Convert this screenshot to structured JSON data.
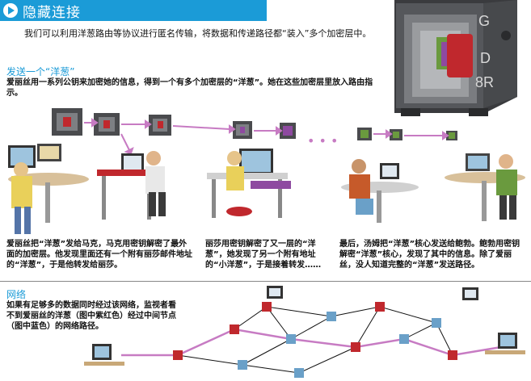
{
  "header": {
    "title": "隐藏连接"
  },
  "intro": {
    "text": "我们可以利用洋葱路由等协议进行匿名传输，将数据和传递路径都“装入”多个加密层中。"
  },
  "sending": {
    "title": "发送一个“洋葱”",
    "body": "爱丽丝用一系列公钥来加密她的信息，得到一个有多个加密层的“洋葱”。她在这些加密层里放入路由指示。"
  },
  "steps": [
    {
      "text": "爱丽丝把“洋葱”发给马克，马克用密钥解密了最外面的加密层。他发现里面还有一个附有丽莎邮件地址的“洋葱”，于是他转发给丽莎。"
    },
    {
      "text": "丽莎用密钥解密了又一层的“洋葱”，她发现了另一个附有地址的“小洋葱”，于是接着转发……"
    },
    {
      "text": "最后，汤姆把“洋葱”核心发送给鲍勃。鲍勃用密钥解密“洋葱”核心，发现了其中的信息。除了爱丽丝，没人知道完整的“洋葱”发送路径。"
    }
  ],
  "network": {
    "title": "网络",
    "body": "如果有足够多的数据同时经过该网络，监视者看不到爱丽丝的洋葱（图中紫红色）经过中间节点（图中蓝色）的网络路径。"
  },
  "safe": {
    "letters": [
      "G",
      "D",
      "8R"
    ]
  },
  "ellipsis": "• • •",
  "colors": {
    "accent": "#1b9bd7",
    "onion_path": "#c77bc3",
    "safe_red": "#c0282d",
    "node_blue": "#6aa0c8"
  }
}
